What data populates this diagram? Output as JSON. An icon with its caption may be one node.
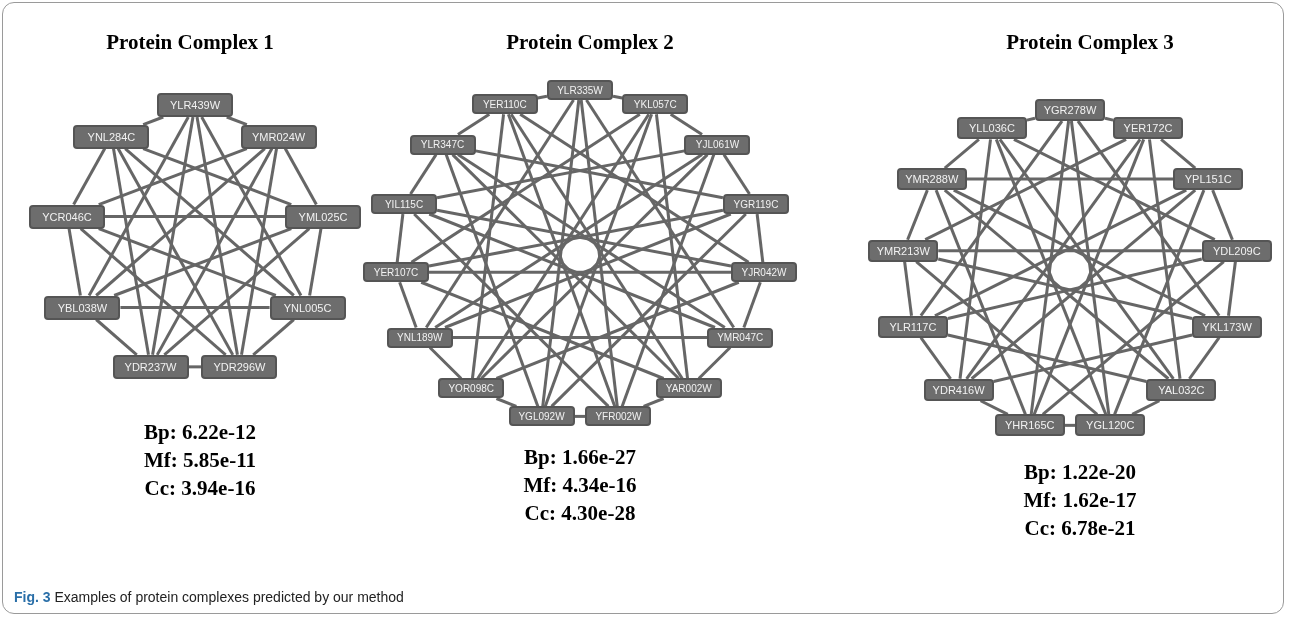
{
  "diagram": {
    "caption": "**Fig. 3** Examples of protein complexes predicted by our method",
    "nodes": [
      {
        "text": [
          "YLR439W"
        ]
      },
      {
        "text": [
          "YMR024W"
        ]
      },
      {
        "text": [
          "YML025C"
        ]
      },
      {
        "text": [
          "YNL005C"
        ]
      },
      {
        "text": [
          "YDR296W"
        ]
      },
      {
        "text": [
          "YDR237W"
        ]
      },
      {
        "text": [
          "YBL038W"
        ]
      },
      {
        "text": [
          "YCR046C"
        ]
      },
      {
        "text": [
          "YNL284C"
        ]
      },
      {
        "text": [
          "YLR335W"
        ]
      },
      {
        "text": [
          "YKL057C"
        ]
      },
      {
        "text": [
          "YJL061W"
        ]
      },
      {
        "text": [
          "YGR119C"
        ]
      },
      {
        "text": [
          "YJR042W"
        ]
      },
      {
        "text": [
          "YMR047C"
        ]
      },
      {
        "text": [
          "YAR002W"
        ]
      },
      {
        "text": [
          "YFR002W"
        ]
      },
      {
        "text": [
          "YGL092W"
        ]
      },
      {
        "text": [
          "YOR098C"
        ]
      },
      {
        "text": [
          "YNL189W"
        ]
      },
      {
        "text": [
          "YER107C"
        ]
      },
      {
        "text": [
          "YIL115C"
        ]
      },
      {
        "text": [
          "YLR347C"
        ]
      },
      {
        "text": [
          "YER110C"
        ]
      },
      {
        "text": [
          "YGR278W"
        ]
      },
      {
        "text": [
          "YER172C"
        ]
      },
      {
        "text": [
          "YPL151C"
        ]
      },
      {
        "text": [
          "YDL209C"
        ]
      },
      {
        "text": [
          "YKL173W"
        ]
      },
      {
        "text": [
          "YAL032C"
        ]
      },
      {
        "text": [
          "YGL120C"
        ]
      },
      {
        "text": [
          "YHR165C"
        ]
      },
      {
        "text": [
          "YDR416W"
        ]
      },
      {
        "text": [
          "YLR117C"
        ]
      },
      {
        "text": [
          "YMR213W"
        ]
      },
      {
        "text": [
          "YMR288W"
        ]
      },
      {
        "text": [
          "YLL036C"
        ]
      }
    ],
    "edges": [
      {
        "from": 0,
        "to": 1,
        "arrow": "none"
      },
      {
        "from": 1,
        "to": 2,
        "arrow": "none"
      },
      {
        "from": 2,
        "to": 3,
        "arrow": "none"
      },
      {
        "from": 3,
        "to": 4,
        "arrow": "none"
      },
      {
        "from": 4,
        "to": 5,
        "arrow": "none"
      },
      {
        "from": 5,
        "to": 6,
        "arrow": "none"
      },
      {
        "from": 6,
        "to": 7,
        "arrow": "none"
      },
      {
        "from": 7,
        "to": 8,
        "arrow": "none"
      },
      {
        "from": 8,
        "to": 0,
        "arrow": "none"
      },
      {
        "from": 0,
        "to": 3,
        "arrow": "none"
      },
      {
        "from": 1,
        "to": 4,
        "arrow": "none"
      },
      {
        "from": 2,
        "to": 5,
        "arrow": "none"
      },
      {
        "from": 3,
        "to": 6,
        "arrow": "none"
      },
      {
        "from": 4,
        "to": 7,
        "arrow": "none"
      },
      {
        "from": 5,
        "to": 8,
        "arrow": "none"
      },
      {
        "from": 6,
        "to": 0,
        "arrow": "none"
      },
      {
        "from": 7,
        "to": 1,
        "arrow": "none"
      },
      {
        "from": 8,
        "to": 2,
        "arrow": "none"
      },
      {
        "from": 0,
        "to": 4,
        "arrow": "none"
      },
      {
        "from": 1,
        "to": 5,
        "arrow": "none"
      },
      {
        "from": 2,
        "to": 6,
        "arrow": "none"
      },
      {
        "from": 3,
        "to": 7,
        "arrow": "none"
      },
      {
        "from": 4,
        "to": 8,
        "arrow": "none"
      },
      {
        "from": 5,
        "to": 0,
        "arrow": "none"
      },
      {
        "from": 6,
        "to": 1,
        "arrow": "none"
      },
      {
        "from": 7,
        "to": 2,
        "arrow": "none"
      },
      {
        "from": 8,
        "to": 3,
        "arrow": "none"
      },
      {
        "from": 9,
        "to": 10,
        "arrow": "none"
      },
      {
        "from": 10,
        "to": 11,
        "arrow": "none"
      },
      {
        "from": 11,
        "to": 12,
        "arrow": "none"
      },
      {
        "from": 12,
        "to": 13,
        "arrow": "none"
      },
      {
        "from": 13,
        "to": 14,
        "arrow": "none"
      },
      {
        "from": 14,
        "to": 15,
        "arrow": "none"
      },
      {
        "from": 15,
        "to": 16,
        "arrow": "none"
      },
      {
        "from": 16,
        "to": 17,
        "arrow": "none"
      },
      {
        "from": 17,
        "to": 18,
        "arrow": "none"
      },
      {
        "from": 18,
        "to": 19,
        "arrow": "none"
      },
      {
        "from": 19,
        "to": 20,
        "arrow": "none"
      },
      {
        "from": 20,
        "to": 21,
        "arrow": "none"
      },
      {
        "from": 21,
        "to": 22,
        "arrow": "none"
      },
      {
        "from": 22,
        "to": 23,
        "arrow": "none"
      },
      {
        "from": 23,
        "to": 9,
        "arrow": "none"
      },
      {
        "from": 9,
        "to": 14,
        "arrow": "none"
      },
      {
        "from": 10,
        "to": 15,
        "arrow": "none"
      },
      {
        "from": 11,
        "to": 16,
        "arrow": "none"
      },
      {
        "from": 12,
        "to": 17,
        "arrow": "none"
      },
      {
        "from": 13,
        "to": 18,
        "arrow": "none"
      },
      {
        "from": 14,
        "to": 19,
        "arrow": "none"
      },
      {
        "from": 15,
        "to": 20,
        "arrow": "none"
      },
      {
        "from": 16,
        "to": 21,
        "arrow": "none"
      },
      {
        "from": 17,
        "to": 22,
        "arrow": "none"
      },
      {
        "from": 18,
        "to": 23,
        "arrow": "none"
      },
      {
        "from": 19,
        "to": 9,
        "arrow": "none"
      },
      {
        "from": 20,
        "to": 10,
        "arrow": "none"
      },
      {
        "from": 21,
        "to": 11,
        "arrow": "none"
      },
      {
        "from": 22,
        "to": 12,
        "arrow": "none"
      },
      {
        "from": 23,
        "to": 13,
        "arrow": "none"
      },
      {
        "from": 9,
        "to": 16,
        "arrow": "none"
      },
      {
        "from": 10,
        "to": 17,
        "arrow": "none"
      },
      {
        "from": 11,
        "to": 18,
        "arrow": "none"
      },
      {
        "from": 12,
        "to": 19,
        "arrow": "none"
      },
      {
        "from": 13,
        "to": 20,
        "arrow": "none"
      },
      {
        "from": 14,
        "to": 21,
        "arrow": "none"
      },
      {
        "from": 15,
        "to": 22,
        "arrow": "none"
      },
      {
        "from": 16,
        "to": 23,
        "arrow": "none"
      },
      {
        "from": 17,
        "to": 9,
        "arrow": "none"
      },
      {
        "from": 18,
        "to": 10,
        "arrow": "none"
      },
      {
        "from": 19,
        "to": 11,
        "arrow": "none"
      },
      {
        "from": 20,
        "to": 12,
        "arrow": "none"
      },
      {
        "from": 21,
        "to": 13,
        "arrow": "none"
      },
      {
        "from": 22,
        "to": 14,
        "arrow": "none"
      },
      {
        "from": 23,
        "to": 15,
        "arrow": "none"
      },
      {
        "from": 24,
        "to": 25,
        "arrow": "none"
      },
      {
        "from": 25,
        "to": 26,
        "arrow": "none"
      },
      {
        "from": 26,
        "to": 27,
        "arrow": "none"
      },
      {
        "from": 27,
        "to": 28,
        "arrow": "none"
      },
      {
        "from": 28,
        "to": 29,
        "arrow": "none"
      },
      {
        "from": 29,
        "to": 30,
        "arrow": "none"
      },
      {
        "from": 30,
        "to": 31,
        "arrow": "none"
      },
      {
        "from": 31,
        "to": 32,
        "arrow": "none"
      },
      {
        "from": 32,
        "to": 33,
        "arrow": "none"
      },
      {
        "from": 33,
        "to": 34,
        "arrow": "none"
      },
      {
        "from": 34,
        "to": 35,
        "arrow": "none"
      },
      {
        "from": 35,
        "to": 36,
        "arrow": "none"
      },
      {
        "from": 36,
        "to": 24,
        "arrow": "none"
      },
      {
        "from": 24,
        "to": 28,
        "arrow": "none"
      },
      {
        "from": 25,
        "to": 29,
        "arrow": "none"
      },
      {
        "from": 26,
        "to": 30,
        "arrow": "none"
      },
      {
        "from": 27,
        "to": 31,
        "arrow": "none"
      },
      {
        "from": 28,
        "to": 32,
        "arrow": "none"
      },
      {
        "from": 29,
        "to": 33,
        "arrow": "none"
      },
      {
        "from": 30,
        "to": 34,
        "arrow": "none"
      },
      {
        "from": 31,
        "to": 35,
        "arrow": "none"
      },
      {
        "from": 32,
        "to": 36,
        "arrow": "none"
      },
      {
        "from": 33,
        "to": 24,
        "arrow": "none"
      },
      {
        "from": 34,
        "to": 25,
        "arrow": "none"
      },
      {
        "from": 35,
        "to": 26,
        "arrow": "none"
      },
      {
        "from": 36,
        "to": 27,
        "arrow": "none"
      },
      {
        "from": 24,
        "to": 30,
        "arrow": "none"
      },
      {
        "from": 25,
        "to": 31,
        "arrow": "none"
      },
      {
        "from": 26,
        "to": 32,
        "arrow": "none"
      },
      {
        "from": 27,
        "to": 33,
        "arrow": "none"
      },
      {
        "from": 28,
        "to": 34,
        "arrow": "none"
      },
      {
        "from": 29,
        "to": 35,
        "arrow": "none"
      },
      {
        "from": 30,
        "to": 36,
        "arrow": "none"
      },
      {
        "from": 31,
        "to": 24,
        "arrow": "none"
      },
      {
        "from": 32,
        "to": 25,
        "arrow": "none"
      },
      {
        "from": 33,
        "to": 26,
        "arrow": "none"
      },
      {
        "from": 34,
        "to": 27,
        "arrow": "none"
      },
      {
        "from": 35,
        "to": 28,
        "arrow": "none"
      },
      {
        "from": 36,
        "to": 29,
        "arrow": "none"
      }
    ],
    "labels": [
      "Protein Complex 1",
      "Protein Complex 2",
      "Protein Complex 3",
      "Bp: 6.22e-12",
      "Mf: 5.85e-11",
      "Cc: 3.94e-16",
      "Bp: 1.66e-27",
      "Mf: 4.34e-16",
      "Cc: 4.30e-28",
      "Bp: 1.22e-20",
      "Mf: 1.62e-17",
      "Cc: 6.78e-21"
    ]
  }
}
